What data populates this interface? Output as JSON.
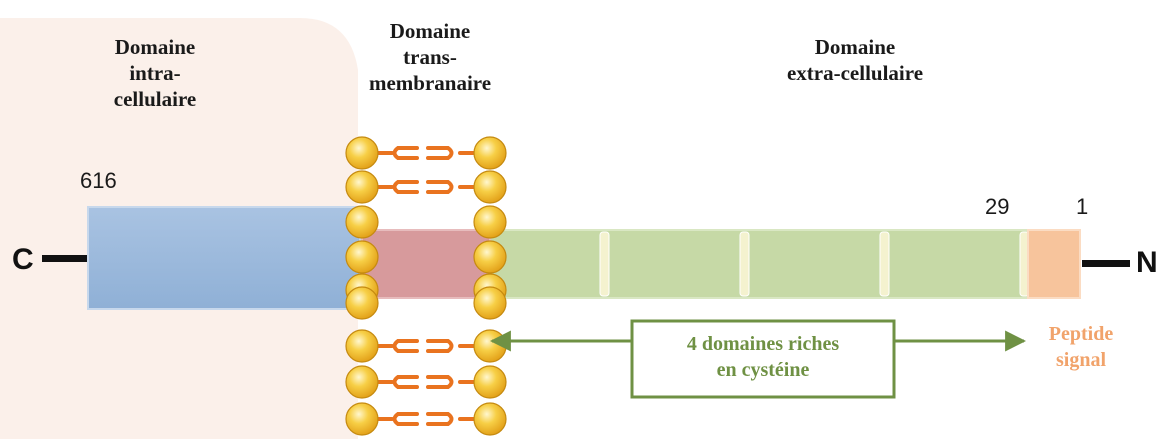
{
  "labels": {
    "intracellular": [
      "Domaine",
      "intra-",
      "cellulaire"
    ],
    "transmembrane": [
      "Domaine",
      "trans-",
      "membranaire"
    ],
    "extracellular": [
      "Domaine",
      "extra-cellulaire"
    ]
  },
  "positions": {
    "end": "616",
    "signal_end": "29",
    "start": "1"
  },
  "termini": {
    "c": "C",
    "n": "N"
  },
  "cysteine_box": [
    "4 domaines riches",
    "en cystéine"
  ],
  "signal_peptide": [
    "Peptide",
    "signal"
  ],
  "colors": {
    "intracellular": "#9ab7d9",
    "transmembrane": "#d79a9c",
    "extracellular": "#c6d9a6",
    "signal": "#f7c49c",
    "lipid_head": "#f5c230",
    "lipid_tail": "#e9731f",
    "arrow": "#6f9144",
    "signal_text": "#f1a36b",
    "cytoplasm_shade": "#fbeee8"
  }
}
